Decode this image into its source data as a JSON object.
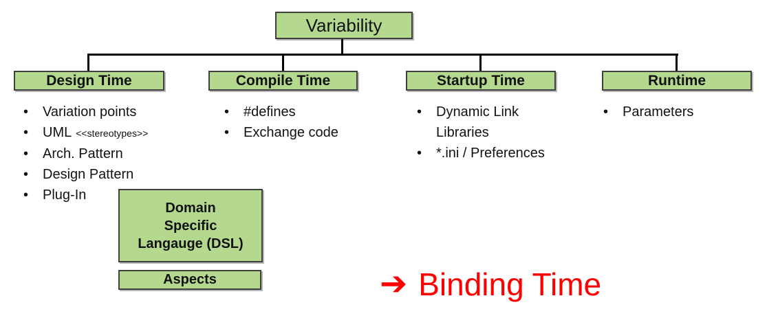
{
  "root": {
    "label": "Variability"
  },
  "columns": [
    {
      "header": "Design Time",
      "items": [
        {
          "text": "Variation points"
        },
        {
          "text": "UML",
          "suffix": "<<stereotypes>>"
        },
        {
          "text": "Arch. Pattern"
        },
        {
          "text": "Design Pattern"
        },
        {
          "text": "Plug-In"
        }
      ]
    },
    {
      "header": "Compile Time",
      "items": [
        {
          "text": "#defines"
        },
        {
          "text": "Exchange code"
        }
      ]
    },
    {
      "header": "Startup Time",
      "items": [
        {
          "text": "Dynamic Link\nLibraries"
        },
        {
          "text": "*.ini / Preferences"
        }
      ]
    },
    {
      "header": "Runtime",
      "items": [
        {
          "text": "Parameters"
        }
      ]
    }
  ],
  "extra_boxes": {
    "dsl": "Domain\nSpecific\nLangauge (DSL)",
    "aspects": "Aspects"
  },
  "annotation": {
    "arrow": "➔",
    "label": "Binding Time",
    "color": "#ff0000"
  },
  "colors": {
    "box_fill": "#b4d88e",
    "box_border": "#3f3f3f",
    "connector": "#000000",
    "text": "#111111"
  }
}
